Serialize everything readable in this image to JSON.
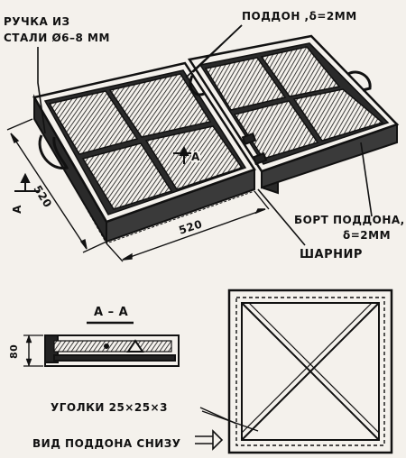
{
  "labels": {
    "handle_line1": "РУЧКА ИЗ",
    "handle_line2": "СТАЛИ Ø6–8 ММ",
    "tray": "ПОДДОН ,δ=2ММ",
    "rim_line1": "БОРТ ПОДДОНА,",
    "rim_line2": "δ=2ММ",
    "hinge": "ШАРНИР",
    "section_title": "А – А",
    "section_height": "80",
    "corners": "УГОЛКИ 25×25×3",
    "bottom_view": "ВИД ПОДДОНА СНИЗУ",
    "dim_depth": "520",
    "dim_width": "520",
    "cut_mark_left": "А",
    "cut_mark_center": "А"
  },
  "colors": {
    "ink": "#111111",
    "paper": "#f4f1ec"
  }
}
